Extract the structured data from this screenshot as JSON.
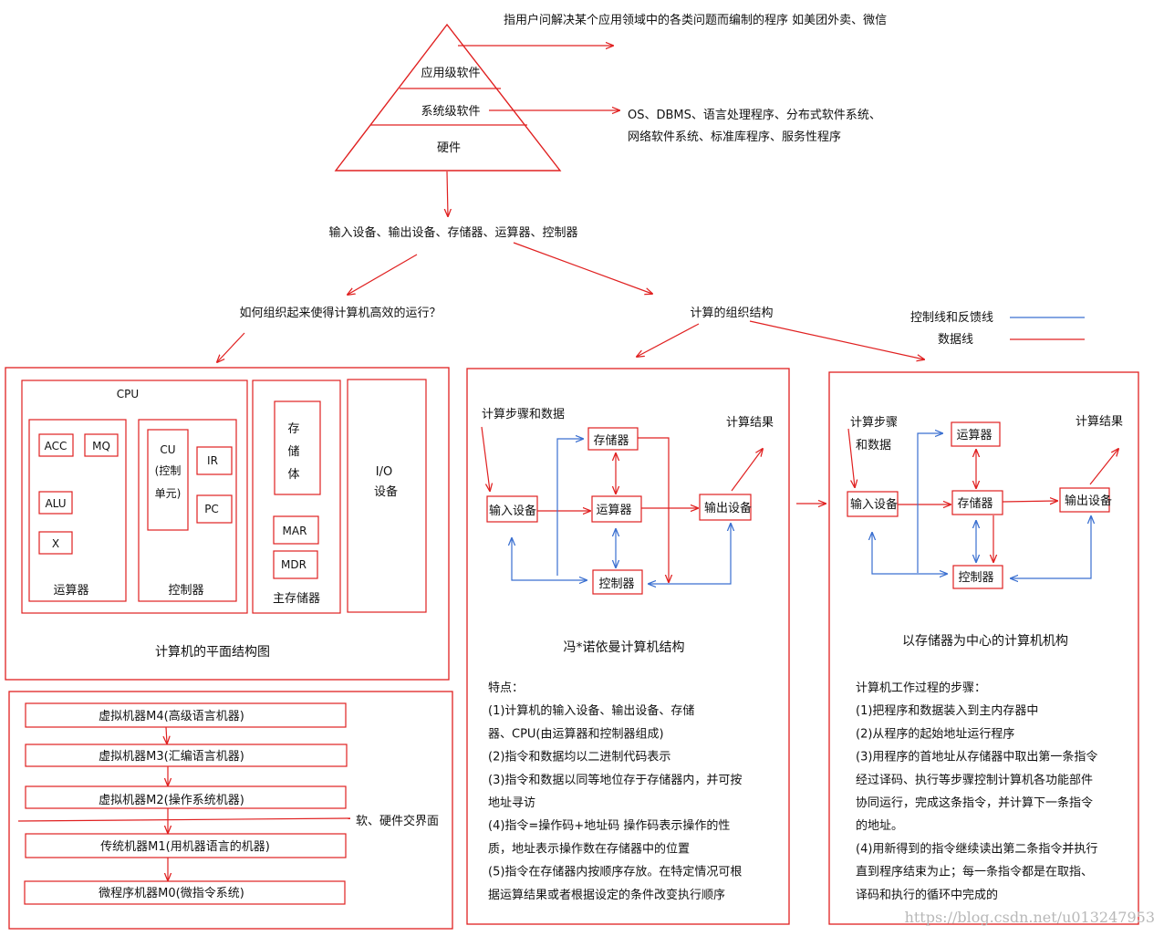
{
  "colors": {
    "data_line": "#e02020",
    "control_line": "#3a6fd0",
    "text": "#111111",
    "watermark": "#b8b8b8"
  },
  "pyramid": {
    "app_level": "应用级软件",
    "system_level": "系统级软件",
    "hardware": "硬件",
    "app_desc": "指用户问解决某个应用领域中的各类问题而编制的程序 如美团外卖、微信",
    "system_desc_1": "OS、DBMS、语言处理程序、分布式软件系统、",
    "system_desc_2": "网络软件系统、标准库程序、服务性程序"
  },
  "components_line": "输入设备、输出设备、存储器、运算器、控制器",
  "question": "如何组织起来使得计算机高效的运行？",
  "org_structure": "计算的组织结构",
  "legend": {
    "control": "控制线和反馈线",
    "data": "数据线"
  },
  "plane": {
    "cpu": "CPU",
    "acc": "ACC",
    "mq": "MQ",
    "alu": "ALU",
    "x": "X",
    "alu_unit": "运算器",
    "cu_1": "CU",
    "cu_2": "(控制",
    "cu_3": "单元)",
    "ir": "IR",
    "pc": "PC",
    "controller": "控制器",
    "storage_1": "存",
    "storage_2": "储",
    "storage_3": "体",
    "mar": "MAR",
    "mdr": "MDR",
    "main_memory": "主存储器",
    "io_1": "I/O",
    "io_2": "设备",
    "caption": "计算机的平面结构图"
  },
  "layers": {
    "m4": "虚拟机器M4(高级语言机器)",
    "m3": "虚拟机器M3(汇编语言机器)",
    "m2": "虚拟机器M2(操作系统机器)",
    "m1": "传统机器M1(用机器语言的机器)",
    "m0": "微程序机器M0(微指令系统)",
    "interface": "软、硬件交界面"
  },
  "von": {
    "input_label": "计算步骤和数据",
    "result_label": "计算结果",
    "memory": "存储器",
    "alu": "运算器",
    "control": "控制器",
    "input": "输入设备",
    "output": "输出设备",
    "caption": "冯*诺依曼计算机结构",
    "features": [
      "特点：",
      "(1)计算机的输入设备、输出设备、存储",
      "器、CPU(由运算器和控制器组成)",
      "(2)指令和数据均以二进制代码表示",
      "(3)指令和数据以同等地位存于存储器内，并可按",
      "地址寻访",
      "(4)指令=操作码+地址码 操作码表示操作的性",
      "质，地址表示操作数在存储器中的位置",
      "(5)指令在存储器内按顺序存放。在特定情况可根",
      "据运算结果或者根据设定的条件改变执行顺序"
    ]
  },
  "memcentric": {
    "input_label_1": "计算步骤",
    "input_label_2": "和数据",
    "result_label": "计算结果",
    "alu": "运算器",
    "memory": "存储器",
    "control": "控制器",
    "input": "输入设备",
    "output": "输出设备",
    "caption": "以存储器为中心的计算机机构",
    "steps": [
      "计算机工作过程的步骤：",
      "(1)把程序和数据装入到主内存器中",
      "(2)从程序的起始地址运行程序",
      "(3)用程序的首地址从存储器中取出第一条指令",
      "经过译码、执行等步骤控制计算机各功能部件",
      "协同运行，完成这条指令，并计算下一条指令",
      "的地址。",
      "(4)用新得到的指令继续读出第二条指令并执行",
      "直到程序结束为止；每一条指令都是在取指、",
      "译码和执行的循环中完成的"
    ]
  },
  "watermark": "https://blog.csdn.net/u013247953"
}
